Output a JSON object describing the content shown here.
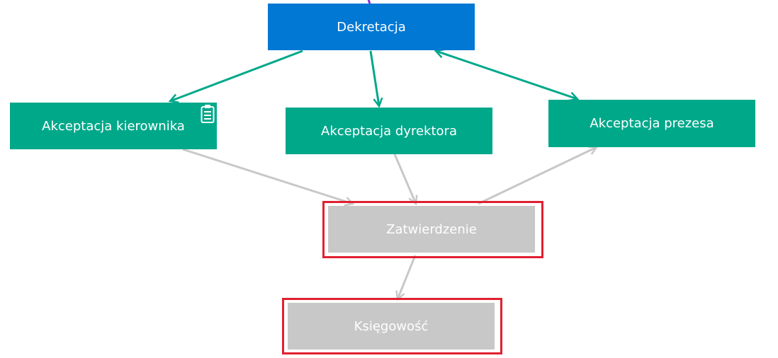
{
  "nodes": {
    "dekretacja": "Dekretacja",
    "kierownik": "Akceptacja kierownika",
    "dyrektor": "Akceptacja dyrektora",
    "prezes": "Akceptacja prezesa",
    "zatwierdzenie": "Zatwierdzenie",
    "ksiegowosc": "Księgowość"
  },
  "icons": {
    "clipboard": "clipboard-icon"
  },
  "colors": {
    "active": "#0078d4",
    "accepted": "#00a88a",
    "pending": "#c8c8c8",
    "highlight": "#e02030",
    "flow_active": "#00a88a",
    "flow_pending": "#c8c8c8",
    "incoming": "#8a2be2"
  }
}
